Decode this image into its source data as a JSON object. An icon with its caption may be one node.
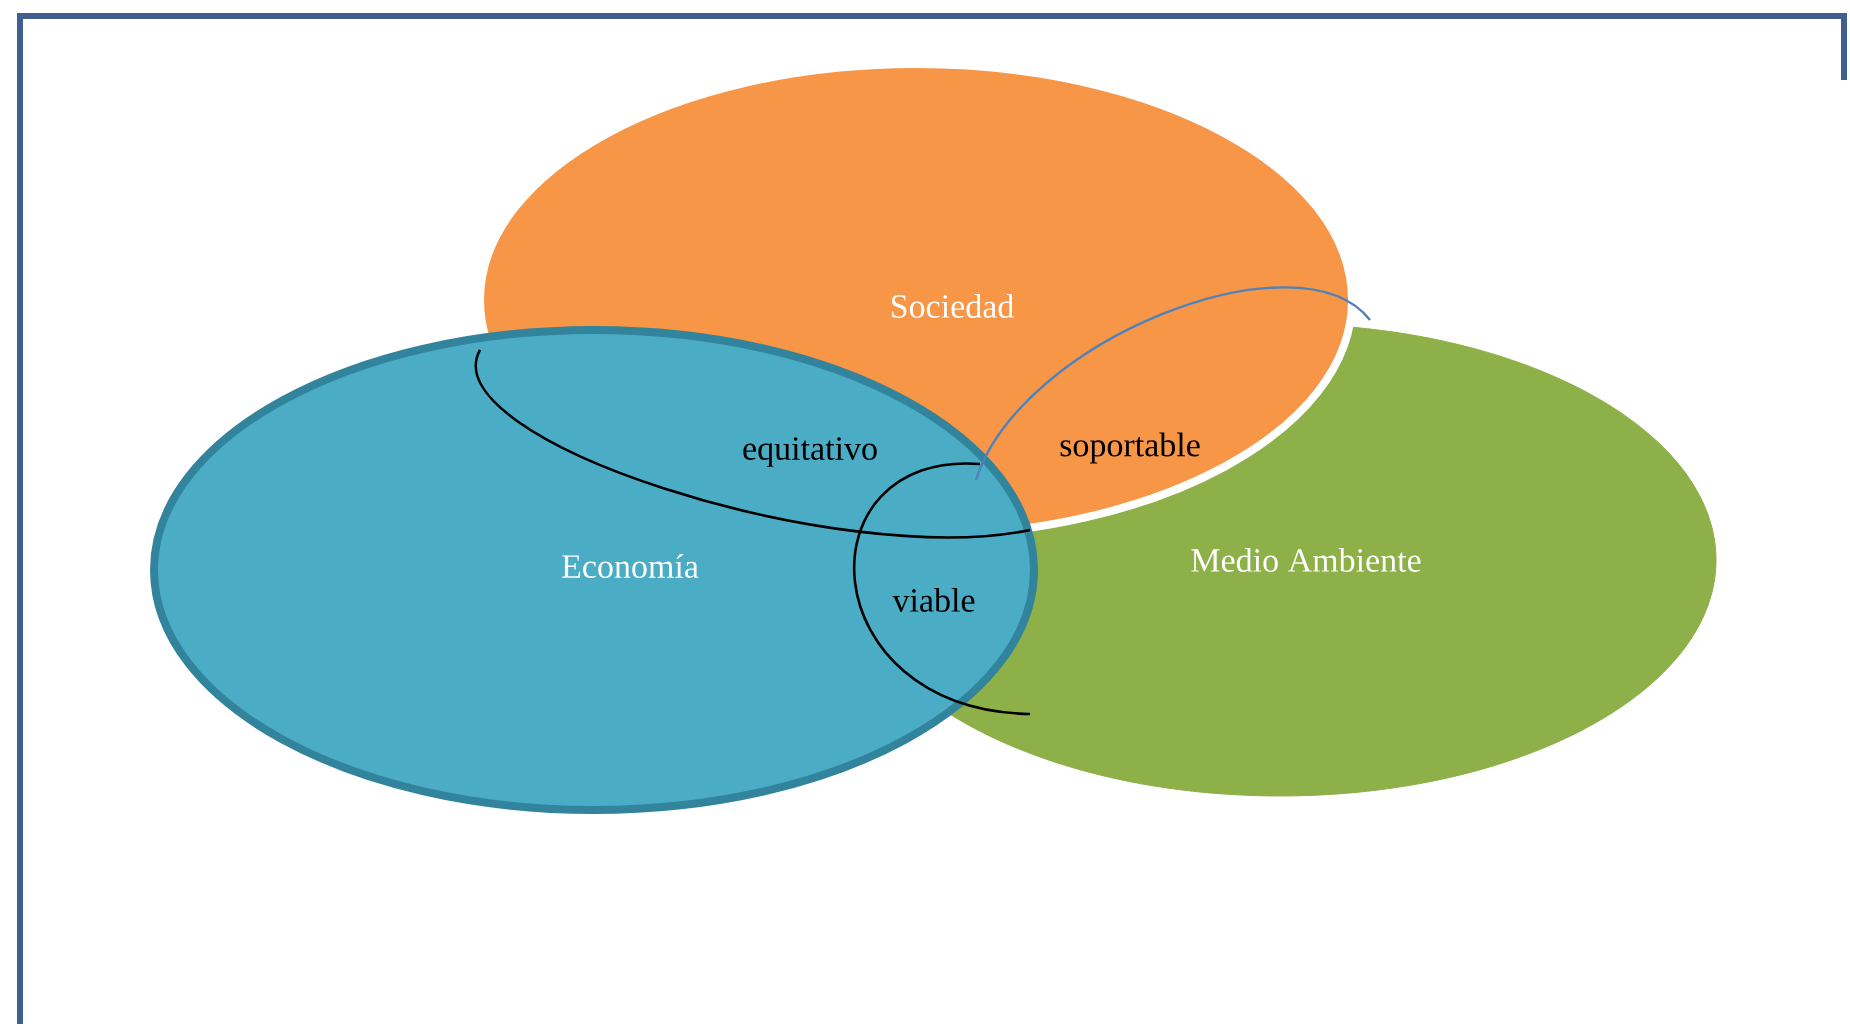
{
  "diagram": {
    "nodes": [
      {
        "text": [
          "Sociedad"
        ]
      },
      {
        "text": [
          "Economía"
        ]
      },
      {
        "text": [
          "Medio Ambiente"
        ]
      }
    ],
    "labels": [
      "equitativo",
      "soportable",
      "viable"
    ]
  }
}
